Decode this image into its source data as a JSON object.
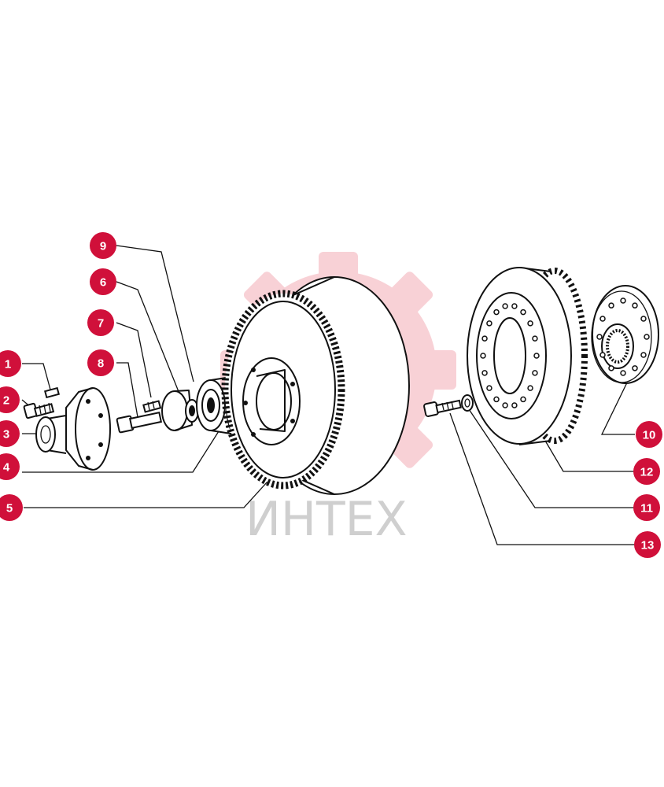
{
  "watermark": {
    "text": "ИНТЕХ",
    "logo": "gear-logo-icon",
    "logo_color": "#f7c9cf"
  },
  "callout_color": "#d0103a",
  "callouts": [
    {
      "id": "1",
      "label": "1"
    },
    {
      "id": "2",
      "label": "2"
    },
    {
      "id": "3",
      "label": "3"
    },
    {
      "id": "4",
      "label": "4"
    },
    {
      "id": "5",
      "label": "5"
    },
    {
      "id": "6",
      "label": "6"
    },
    {
      "id": "7",
      "label": "7"
    },
    {
      "id": "8",
      "label": "8"
    },
    {
      "id": "9",
      "label": "9"
    },
    {
      "id": "10",
      "label": "10"
    },
    {
      "id": "11",
      "label": "11"
    },
    {
      "id": "12",
      "label": "12"
    },
    {
      "id": "13",
      "label": "13"
    }
  ]
}
